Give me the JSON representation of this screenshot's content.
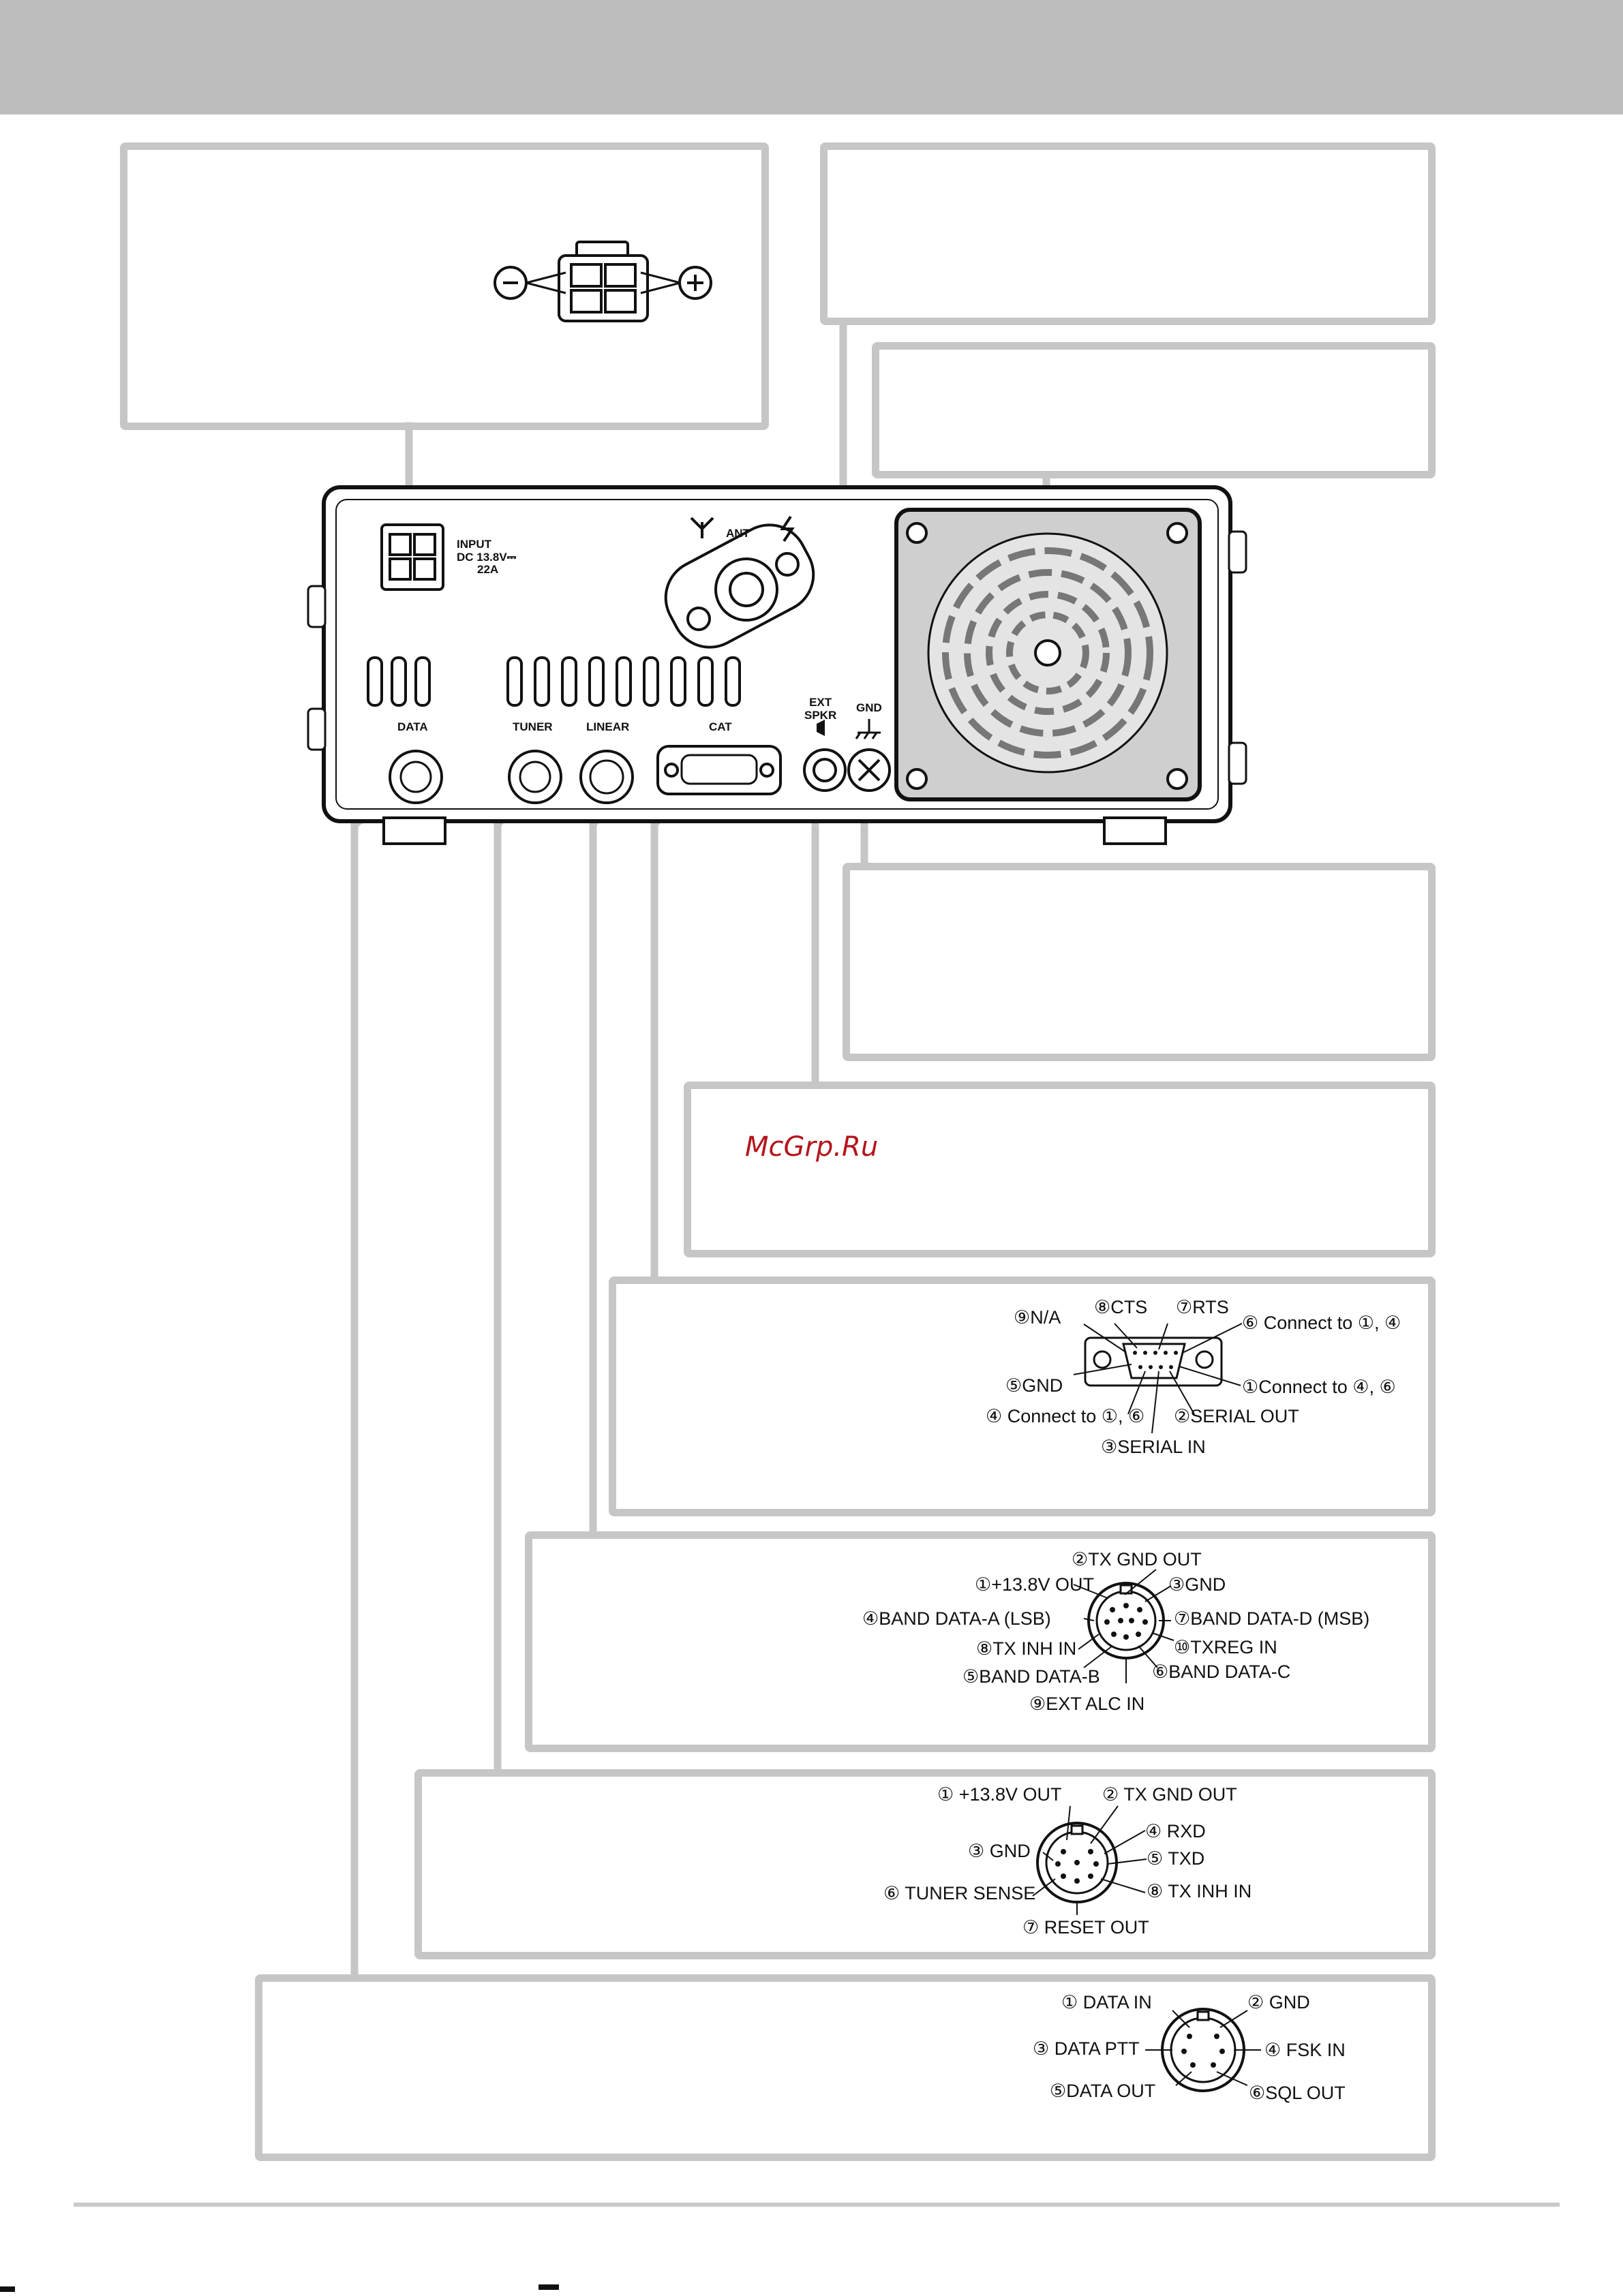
{
  "rear_panel": {
    "power_jack": {
      "input": "INPUT",
      "spec": "DC 13.8V⎓",
      "current": "22A"
    },
    "antenna": {
      "label": "ANT"
    },
    "jack_labels": {
      "data": "DATA",
      "tuner": "TUNER",
      "linear": "LINEAR",
      "cat": "CAT",
      "ext_spkr_1": "EXT",
      "ext_spkr_2": "SPKR",
      "gnd": "GND"
    }
  },
  "power_callout": {
    "minus": "−",
    "plus": "+"
  },
  "watermark": "McGrp.Ru",
  "cat_pins": {
    "p9": "⑨N/A",
    "p8": "⑧CTS",
    "p7": "⑦RTS",
    "p6": "⑥ Connect to ①, ④",
    "p5": "⑤GND",
    "p1": "①Connect to ④, ⑥",
    "p4": "④ Connect to ①, ⑥",
    "p2": "②SERIAL OUT",
    "p3": "③SERIAL IN"
  },
  "linear_pins": {
    "p2": "②TX GND OUT",
    "p1": "①+13.8V OUT",
    "p3": "③GND",
    "p4": "④BAND DATA-A (LSB)",
    "p7": "⑦BAND DATA-D (MSB)",
    "p8": "⑧TX INH IN",
    "p10": "⑩TXREG IN",
    "p5": "⑤BAND DATA-B",
    "p6": "⑥BAND DATA-C",
    "p9": "⑨EXT ALC IN"
  },
  "tuner_pins": {
    "p1": "① +13.8V OUT",
    "p2": "② TX GND OUT",
    "p4": "④ RXD",
    "p3": "③ GND",
    "p5": "⑤ TXD",
    "p6": "⑥ TUNER SENSE",
    "p8": "⑧ TX INH IN",
    "p7": "⑦ RESET OUT"
  },
  "data_pins": {
    "p1": "① DATA IN",
    "p2": "② GND",
    "p3": "③ DATA PTT",
    "p4": "④ FSK IN",
    "p5": "⑤DATA OUT",
    "p6": "⑥SQL OUT"
  }
}
